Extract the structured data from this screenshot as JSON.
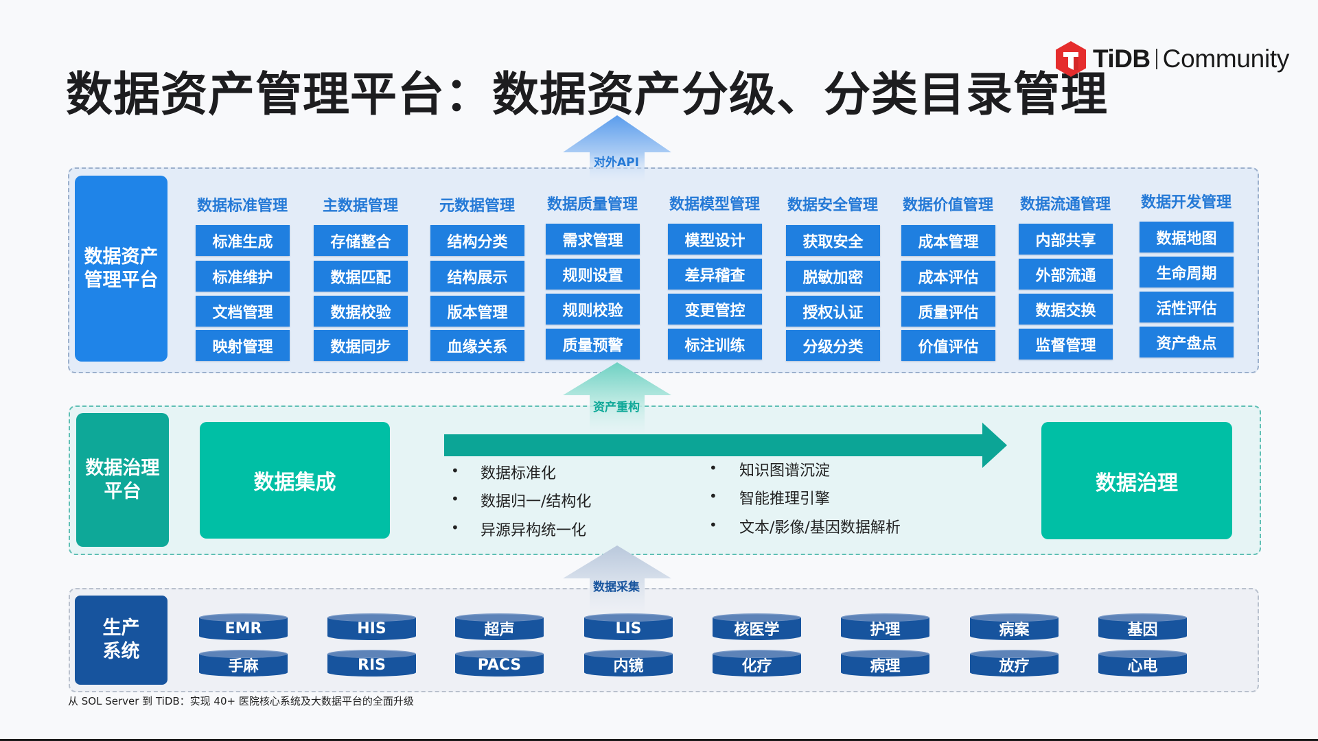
{
  "title": "数据资产管理平台：数据资产分级、分类目录管理",
  "logo": {
    "icon": "tidb-logo-icon",
    "brand": "TiDB",
    "community": "Community",
    "brand_color": "#e52d2d"
  },
  "arrows": {
    "api": "对外API",
    "restructure": "资产重构",
    "collect": "数据采集"
  },
  "asset_platform": {
    "label_line1": "数据资产",
    "label_line2": "管理平台",
    "color": "#1f84e8",
    "columns": [
      {
        "title": "数据标准管理",
        "items": [
          "标准生成",
          "标准维护",
          "文档管理",
          "映射管理"
        ]
      },
      {
        "title": "主数据管理",
        "items": [
          "存储整合",
          "数据匹配",
          "数据校验",
          "数据同步"
        ]
      },
      {
        "title": "元数据管理",
        "items": [
          "结构分类",
          "结构展示",
          "版本管理",
          "血缘关系"
        ]
      },
      {
        "title": "数据质量管理",
        "items": [
          "需求管理",
          "规则设置",
          "规则校验",
          "质量预警"
        ]
      },
      {
        "title": "数据模型管理",
        "items": [
          "模型设计",
          "差异稽查",
          "变更管控",
          "标注训练"
        ]
      },
      {
        "title": "数据安全管理",
        "items": [
          "获取安全",
          "脱敏加密",
          "授权认证",
          "分级分类"
        ]
      },
      {
        "title": "数据价值管理",
        "items": [
          "成本管理",
          "成本评估",
          "质量评估",
          "价值评估"
        ]
      },
      {
        "title": "数据流通管理",
        "items": [
          "内部共享",
          "外部流通",
          "数据交换",
          "监督管理"
        ]
      },
      {
        "title": "数据开发管理",
        "items": [
          "数据地图",
          "生命周期",
          "活性评估",
          "资产盘点"
        ]
      }
    ]
  },
  "governance_platform": {
    "label_line1": "数据治理",
    "label_line2": "平台",
    "color": "#0ea898",
    "integration": "数据集成",
    "governance": "数据治理",
    "bullets_left": [
      "数据标准化",
      "数据归一/结构化",
      "异源异构统一化"
    ],
    "bullets_right": [
      "知识图谱沉淀",
      "智能推理引擎",
      "文本/影像/基因数据解析"
    ]
  },
  "production": {
    "label_line1": "生产",
    "label_line2": "系统",
    "color": "#17549e",
    "row1": [
      "EMR",
      "HIS",
      "超声",
      "LIS",
      "核医学",
      "护理",
      "病案",
      "基因"
    ],
    "row2": [
      "手麻",
      "RIS",
      "PACS",
      "内镜",
      "化疗",
      "病理",
      "放疗",
      "心电"
    ]
  },
  "footer": "从 SOL Server 到 TiDB：实现 40+ 医院核心系统及大数据平台的全面升级"
}
